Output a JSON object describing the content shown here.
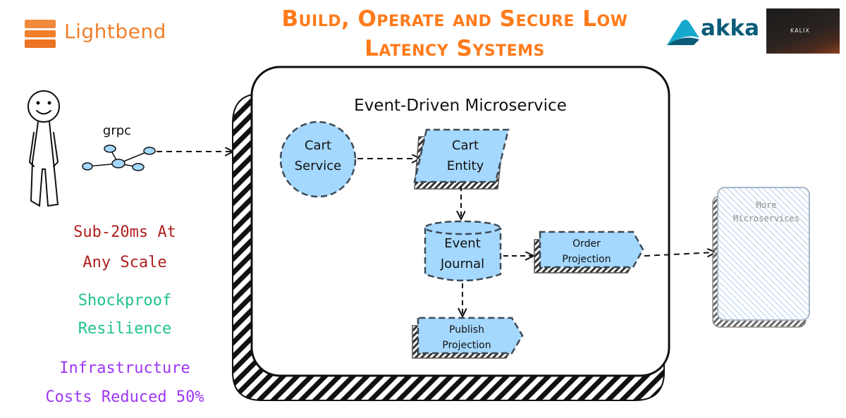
{
  "header": {
    "title_line1": "Build, Operate and Secure Low",
    "title_line2": "Latency Systems"
  },
  "logos": {
    "lightbend": "Lightbend",
    "akka": "akka",
    "kalix": "KALIX"
  },
  "client": {
    "protocol_label": "grpc"
  },
  "benefits": {
    "latency_line1": "Sub-20ms At",
    "latency_line2": "Any Scale",
    "resilience_line1": "Shockproof",
    "resilience_line2": "Resilience",
    "cost_line1": "Infrastructure",
    "cost_line2": "Costs Reduced 50%"
  },
  "microservice": {
    "title": "Event-Driven Microservice",
    "cart_service_line1": "Cart",
    "cart_service_line2": "Service",
    "cart_entity_line1": "Cart",
    "cart_entity_line2": "Entity",
    "event_journal_line1": "Event",
    "event_journal_line2": "Journal",
    "order_projection_line1": "Order",
    "order_projection_line2": "Projection",
    "publish_projection_line1": "Publish",
    "publish_projection_line2": "Projection"
  },
  "external": {
    "more_line1": "More",
    "more_line2": "Microservices"
  },
  "colors": {
    "title_orange": "#ff7a1a",
    "node_blue": "#a5d8ff",
    "latency_red": "#b02020",
    "resilience_green": "#1fc28a",
    "cost_purple": "#9c36f5",
    "akka_teal": "#0b5c78"
  }
}
